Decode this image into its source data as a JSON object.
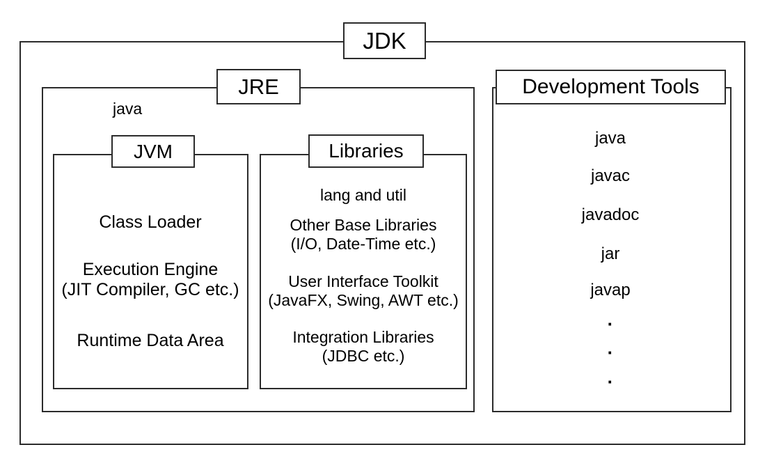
{
  "diagram": {
    "title": "JDK",
    "boxes": {
      "jdk": {
        "label": "JDK"
      },
      "jre": {
        "label": "JRE",
        "note": "java"
      },
      "jvm": {
        "label": "JVM",
        "items": [
          "Class Loader",
          "Execution Engine",
          "(JIT Compiler, GC etc.)",
          "Runtime Data Area"
        ]
      },
      "libraries": {
        "label": "Libraries",
        "items": [
          "lang and util",
          "Other Base Libraries",
          "(I/O, Date-Time etc.)",
          "User Interface Toolkit",
          "(JavaFX, Swing, AWT etc.)",
          "Integration Libraries",
          "(JDBC etc.)"
        ]
      },
      "development_tools": {
        "label": "Development Tools",
        "items": [
          "java",
          "javac",
          "javadoc",
          "jar",
          "javap"
        ],
        "ellipsis": [
          "·",
          "·",
          "·"
        ]
      }
    },
    "colors": {
      "stroke": "#2b2b2b",
      "background": "#ffffff",
      "text": "#000000"
    }
  }
}
